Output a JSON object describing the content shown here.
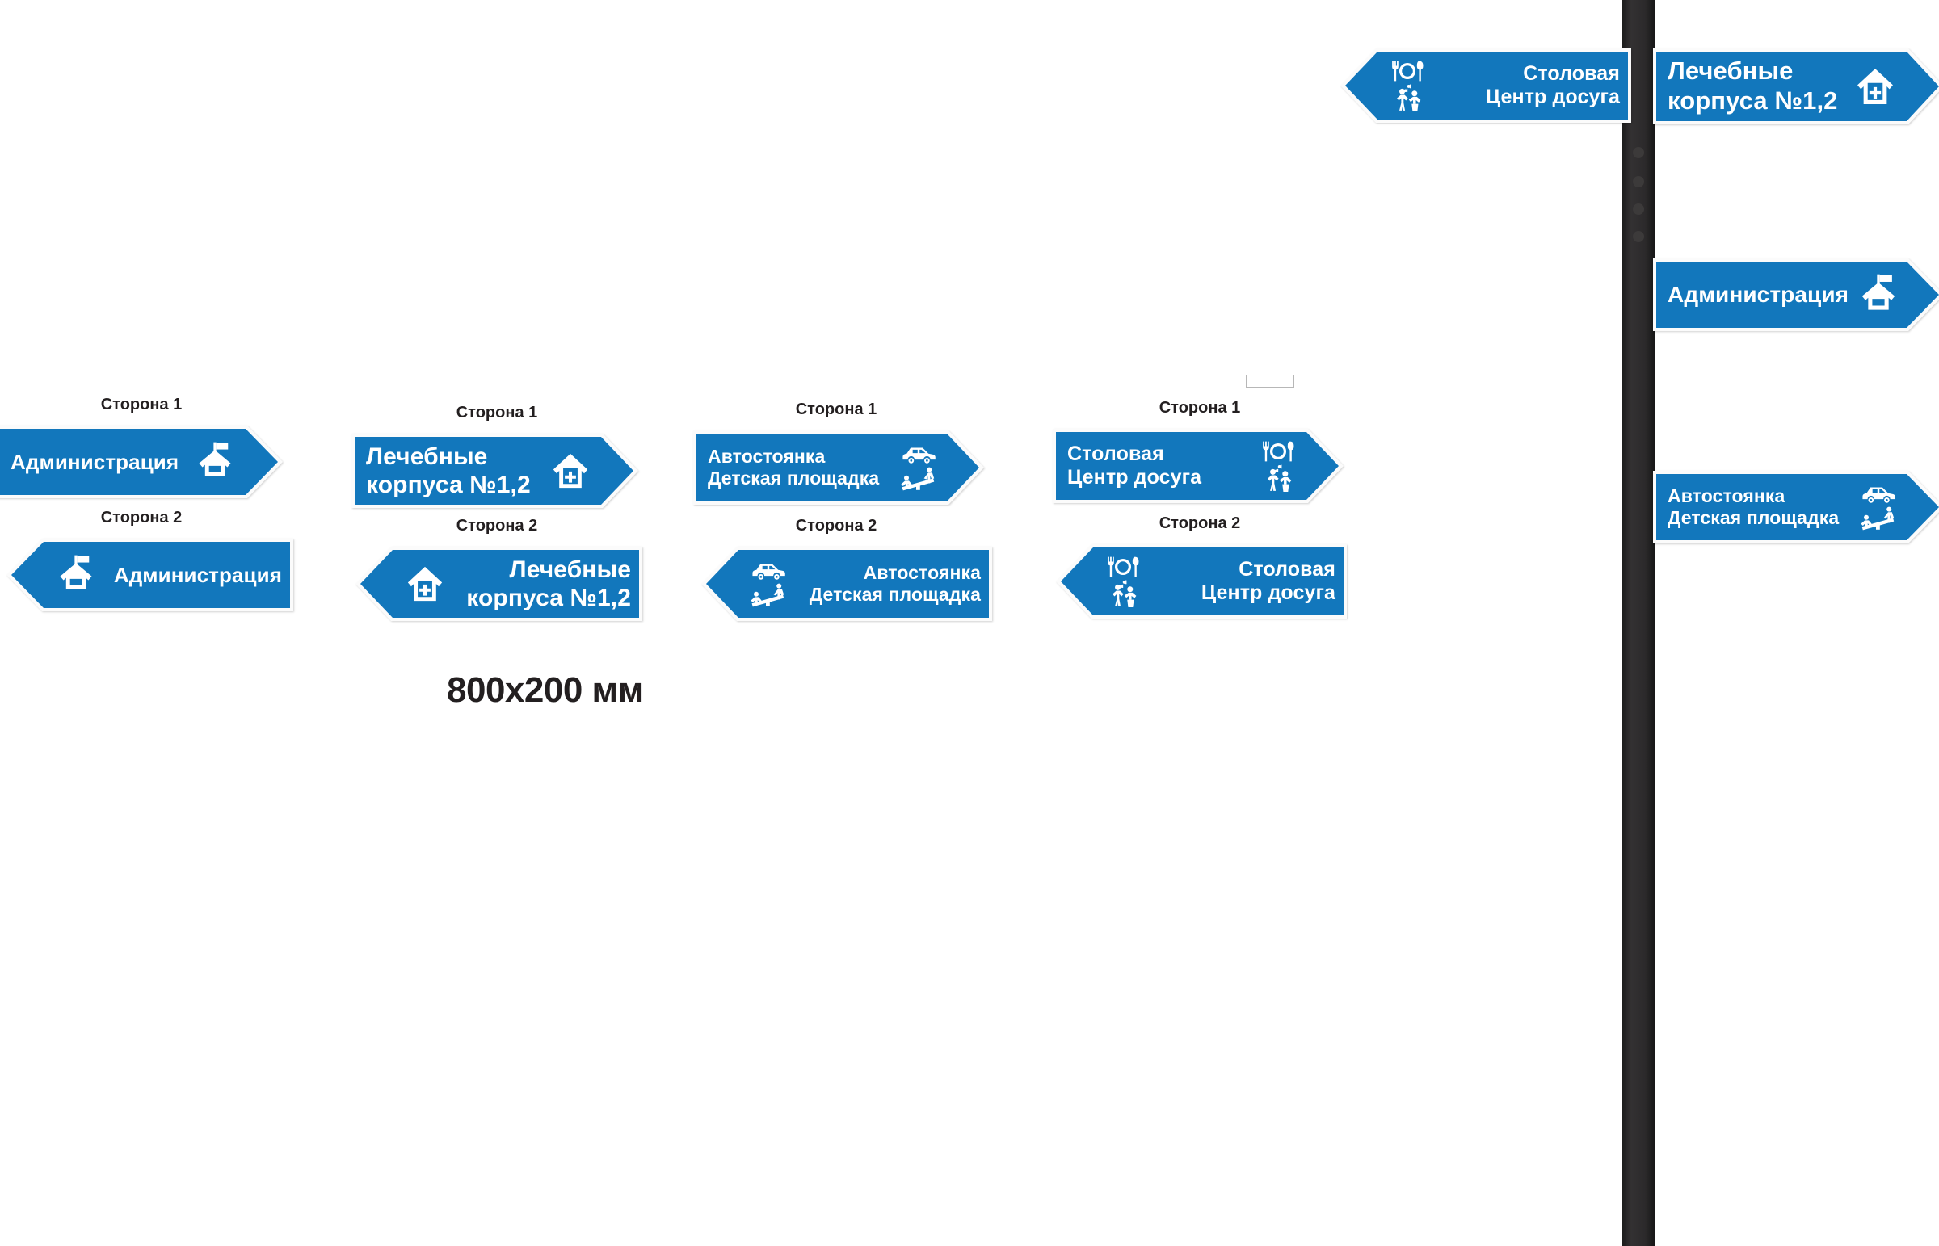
{
  "page": {
    "size_caption": "800x200 мм",
    "side_labels": {
      "side1": "Сторона 1",
      "side2": "Сторона 2"
    },
    "colors": {
      "sign_blue": "#1277BC",
      "sign_border": "#FBFBFB",
      "text": "#FFFFFF",
      "caption": "#231F20",
      "pole": "#2C2A2B"
    }
  },
  "groups": [
    {
      "id": "administration",
      "caption1": "Сторона 1",
      "caption2": "Сторона 2",
      "side1": {
        "direction": "right",
        "lines": [
          "Администрация"
        ],
        "icons": [
          "house-flag-icon"
        ]
      },
      "side2": {
        "direction": "left",
        "lines": [
          "Администрация"
        ],
        "icons": [
          "house-flag-icon"
        ]
      }
    },
    {
      "id": "medical-buildings",
      "caption1": "Сторона 1",
      "caption2": "Сторона 2",
      "side1": {
        "direction": "right",
        "lines": [
          "Лечебные",
          "корпуса №1,2"
        ],
        "icons": [
          "house-cross-icon"
        ]
      },
      "side2": {
        "direction": "left",
        "lines": [
          "Лечебные",
          "корпуса №1,2"
        ],
        "icons": [
          "house-cross-icon"
        ]
      }
    },
    {
      "id": "parking-playground",
      "caption1": "Сторона 1",
      "caption2": "Сторона 2",
      "side1": {
        "direction": "right",
        "lines": [
          "Автостоянка",
          "Детская площадка"
        ],
        "icons": [
          "car-icon",
          "seesaw-icon"
        ]
      },
      "side2": {
        "direction": "left",
        "lines": [
          "Автостоянка",
          "Детская площадка"
        ],
        "icons": [
          "car-icon",
          "seesaw-icon"
        ]
      }
    },
    {
      "id": "canteen-leisure",
      "caption1": "Сторона 1",
      "caption2": "Сторона 2",
      "side1": {
        "direction": "right",
        "lines": [
          "Столовая",
          "Центр досуга"
        ],
        "icons": [
          "cutlery-plate-icon",
          "dancers-icon"
        ]
      },
      "side2": {
        "direction": "left",
        "lines": [
          "Столовая",
          "Центр досуга"
        ],
        "icons": [
          "cutlery-plate-icon",
          "dancers-icon"
        ]
      }
    }
  ],
  "pole_assembly": {
    "left_signs": [
      {
        "id": "pole-canteen",
        "direction": "left",
        "lines": [
          "Столовая",
          "Центр досуга"
        ],
        "icons": [
          "cutlery-plate-icon",
          "dancers-icon"
        ]
      }
    ],
    "right_signs": [
      {
        "id": "pole-medical",
        "direction": "right",
        "lines": [
          "Лечебные",
          "корпуса №1,2"
        ],
        "icons": [
          "house-cross-icon"
        ]
      },
      {
        "id": "pole-administration",
        "direction": "right",
        "lines": [
          "Администрация"
        ],
        "icons": [
          "house-flag-icon"
        ]
      },
      {
        "id": "pole-parking",
        "direction": "right",
        "lines": [
          "Автостоянка",
          "Детская площадка"
        ],
        "icons": [
          "car-icon",
          "seesaw-icon"
        ]
      }
    ]
  }
}
